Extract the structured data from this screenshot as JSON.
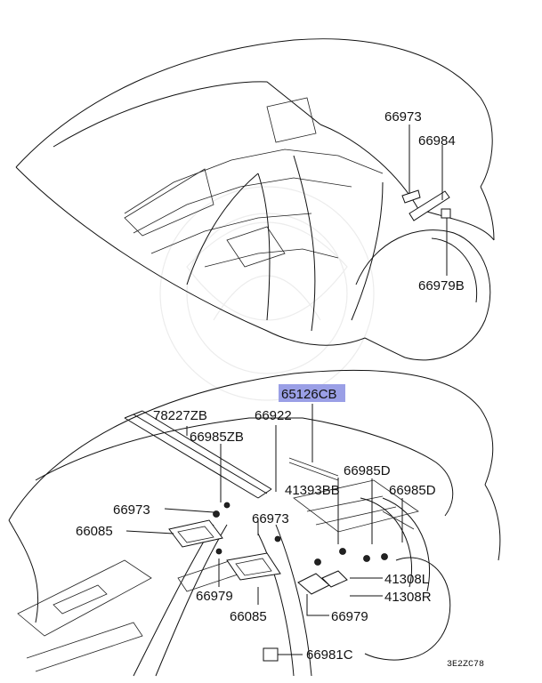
{
  "labels": {
    "p66973_top": "66973",
    "p66984": "66984",
    "p66979B": "66979B",
    "p65126CB": "65126CB",
    "p78227ZB": "78227ZB",
    "p66922": "66922",
    "p66985ZB": "66985ZB",
    "p66985D_a": "66985D",
    "p41393BB": "41393BB",
    "p66985D_b": "66985D",
    "p66973_left": "66973",
    "p66973_mid": "66973",
    "p66085_left": "66085",
    "p66979_left": "66979",
    "p66085_mid": "66085",
    "p41308L": "41308L",
    "p41308R": "41308R",
    "p66979_right": "66979",
    "p66981C": "66981C"
  },
  "highlighted_part": "65126CB",
  "highlight_color": "#9a9fe6",
  "diagram_code": "3E2ZC78"
}
